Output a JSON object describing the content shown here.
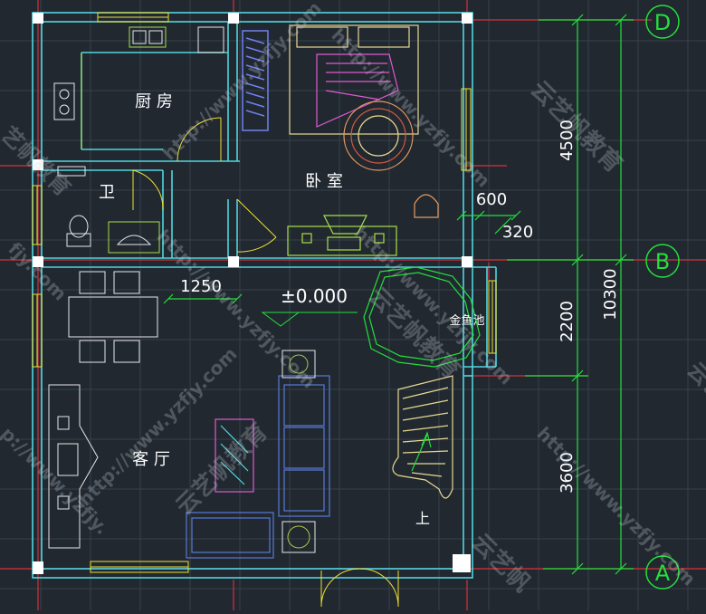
{
  "colors": {
    "background": "#212830",
    "grid": "#3a4552",
    "wall": "#4fd6e0",
    "axis_line": "#e0303a",
    "dimension": "#23e03a",
    "fixture": "#e8e8e8",
    "door": "#f0e030",
    "bed": "#e05ad0",
    "closet": "#6a7af0",
    "rug": "#e89a60",
    "window": "#f0e030",
    "sofa": "#5a7ad8",
    "plant": "#a8c848",
    "stair": "#e8d890"
  },
  "rooms": {
    "kitchen": "厨 房",
    "bathroom": "卫",
    "bedroom": "卧 室",
    "living_room": "客 厅",
    "fish_pond": "金鱼池"
  },
  "floor_level": "±0.000",
  "stair_label": "上",
  "dimensions": {
    "d_4500": "4500",
    "d_2200": "2200",
    "d_3600": "3600",
    "d_10300": "10300",
    "d_1250": "1250",
    "d_600": "600",
    "d_320": "320"
  },
  "axis_labels": {
    "top": "D",
    "middle": "B",
    "bottom": "A"
  },
  "watermarks": {
    "brand": "云艺帆教育",
    "url": "http://www.yzfjy.com",
    "fragment_left_top": "艺帆教育",
    "fragment_left_mid": "fjy.com",
    "fragment_left_bottom": "p://www.yzfjy.",
    "fragment_right": "云艺",
    "fragment_bottom_right": "云艺帆"
  },
  "icons": {
    "sink": "kitchen-sink-icon",
    "stove": "gas-stove-icon",
    "toilet": "toilet-icon",
    "basin": "wash-basin-icon",
    "bed": "double-bed-icon",
    "tv": "tv-cabinet-icon",
    "dining": "dining-table-icon",
    "sofa": "sofa-icon",
    "stairs": "staircase-icon"
  }
}
